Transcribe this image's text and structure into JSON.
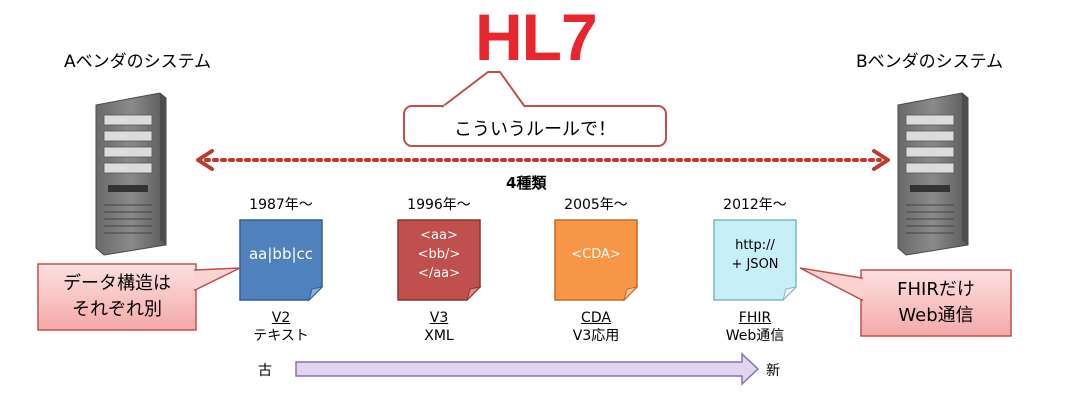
{
  "vendors": {
    "a_label": "Aベンダのシステム",
    "b_label": "Bベンダのシステム"
  },
  "title": {
    "logo": "HL7",
    "speech": "こういうルールで！"
  },
  "connection": {
    "label": "4種類"
  },
  "documents": [
    {
      "year": "1987年〜",
      "content": [
        "aa|bb|cc"
      ],
      "caption_top": "V2",
      "caption_bottom": "テキスト",
      "color": "#4f81bd"
    },
    {
      "year": "1996年〜",
      "content": [
        "<aa>",
        "<bb/>",
        "</aa>"
      ],
      "caption_top": "V3",
      "caption_bottom": "XML",
      "color": "#c0504d"
    },
    {
      "year": "2005年〜",
      "content": [
        "<CDA>"
      ],
      "caption_top": "CDA",
      "caption_bottom": "V3応用",
      "color": "#f79646"
    },
    {
      "year": "2012年〜",
      "content": [
        "http://",
        "+ JSON"
      ],
      "caption_top": "FHIR",
      "caption_bottom": "Web通信",
      "color": "#c6eff8"
    }
  ],
  "callouts": {
    "left": [
      "データ構造は",
      "それぞれ別"
    ],
    "right": [
      "FHIRだけ",
      "Web通信"
    ]
  },
  "timeline": {
    "old": "古",
    "new": "新"
  },
  "colors": {
    "logo": "#e8262e",
    "dotted_arrow": "#c0392b",
    "callout_fill": "#f9c8c8",
    "callout_border": "#c0504d",
    "timeline_fill": "#e0d4f0"
  }
}
